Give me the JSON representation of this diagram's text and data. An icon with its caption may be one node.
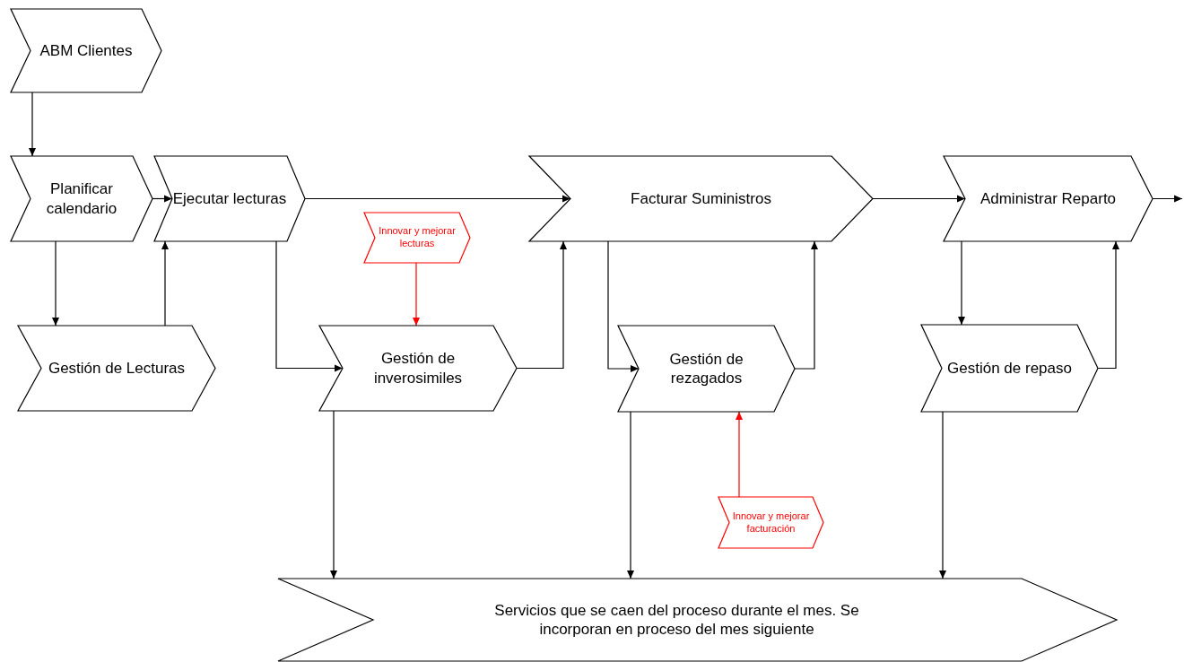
{
  "diagram": {
    "nodes": [
      {
        "text": [
          "ABM Clientes"
        ]
      },
      {
        "text": [
          "Planificar calendario"
        ]
      },
      {
        "text": [
          "Ejecutar lecturas"
        ]
      },
      {
        "text": [
          "Facturar Suministros"
        ]
      },
      {
        "text": [
          "Administrar Reparto"
        ]
      },
      {
        "text": [
          "Gestión de Lecturas"
        ]
      },
      {
        "text": [
          "Innovar y mejorar lecturas"
        ]
      },
      {
        "text": [
          "Gestión de inverosimiles"
        ]
      },
      {
        "text": [
          "Gestión de rezagados"
        ]
      },
      {
        "text": [
          "Gestión de repaso"
        ]
      },
      {
        "text": [
          "Innovar y mejorar facturación"
        ]
      },
      {
        "text": [
          "Servicios que se caen del proceso durante el mes. Se incorporan en proceso del mes siguiente"
        ]
      }
    ],
    "edges": [
      {
        "from": 0,
        "to": 1,
        "arrow": "to"
      },
      {
        "from": 1,
        "to": 2,
        "arrow": "to"
      },
      {
        "from": 1,
        "to": 5,
        "arrow": "to"
      },
      {
        "from": 5,
        "to": 2,
        "arrow": "to"
      },
      {
        "from": 2,
        "to": 3,
        "arrow": "to"
      },
      {
        "from": 2,
        "to": 7,
        "arrow": "to"
      },
      {
        "from": 7,
        "to": 3,
        "arrow": "to"
      },
      {
        "from": 6,
        "to": 7,
        "arrow": "to",
        "color": "#ff0000"
      },
      {
        "from": 3,
        "to": 8,
        "arrow": "to"
      },
      {
        "from": 8,
        "to": 3,
        "arrow": "to"
      },
      {
        "from": 3,
        "to": 4,
        "arrow": "to"
      },
      {
        "from": 4,
        "to": null,
        "arrow": "to"
      },
      {
        "from": 4,
        "to": 9,
        "arrow": "to"
      },
      {
        "from": 9,
        "to": 4,
        "arrow": "to"
      },
      {
        "from": 10,
        "to": 8,
        "arrow": "to",
        "color": "#ff0000"
      },
      {
        "from": 7,
        "to": 11,
        "arrow": "to"
      },
      {
        "from": 8,
        "to": 11,
        "arrow": "to"
      },
      {
        "from": 9,
        "to": 11,
        "arrow": "to"
      }
    ]
  }
}
